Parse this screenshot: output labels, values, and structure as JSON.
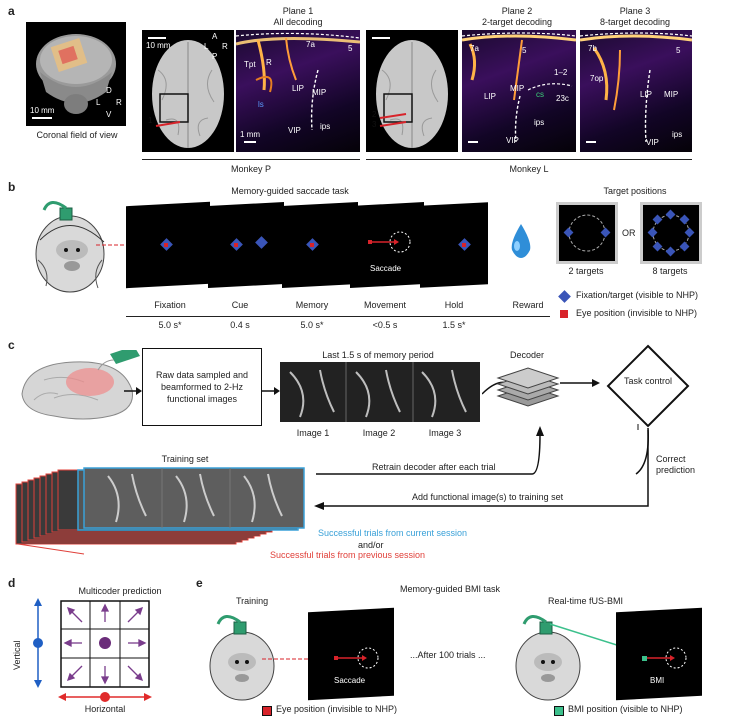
{
  "panels": {
    "a": "a",
    "b": "b",
    "c": "c",
    "d": "d",
    "e": "e"
  },
  "panel_a": {
    "coronal_caption": "Coronal field of view",
    "coronal_scale": "10 mm",
    "coronal_compass": {
      "d": "D",
      "v": "V",
      "l": "L",
      "r": "R"
    },
    "planes": [
      {
        "title": "Plane 1",
        "subtitle": "All decoding"
      },
      {
        "title": "Plane 2",
        "subtitle": "2-target decoding"
      },
      {
        "title": "Plane 3",
        "subtitle": "8-target decoding"
      }
    ],
    "brain_scale": "10 mm",
    "brain_compass": {
      "a": "A",
      "p": "P",
      "l": "L",
      "r": "R"
    },
    "fus_scale": "1 mm",
    "plane_markers_p": [
      "1"
    ],
    "plane_markers_l": [
      "2",
      "3"
    ],
    "labels_plane1": [
      "7a",
      "5",
      "Tpt",
      "R",
      "LIP",
      "MIP",
      "ls",
      "VIP",
      "ips"
    ],
    "labels_plane2": [
      "7a",
      "5",
      "1–2",
      "LIP",
      "MIP",
      "cs",
      "23c",
      "ips",
      "VIP"
    ],
    "labels_plane3": [
      "7b",
      "5",
      "7op",
      "LIP",
      "MIP",
      "VIP",
      "ips"
    ],
    "monkeys": [
      "Monkey P",
      "Monkey L"
    ]
  },
  "panel_b": {
    "title": "Memory-guided saccade task",
    "phases": [
      {
        "name": "Fixation",
        "duration": "5.0 s*"
      },
      {
        "name": "Cue",
        "duration": "0.4 s"
      },
      {
        "name": "Memory",
        "duration": "5.0 s*"
      },
      {
        "name": "Movement",
        "duration": "<0.5 s"
      },
      {
        "name": "Hold",
        "duration": "1.5 s*"
      },
      {
        "name": "Reward",
        "duration": ""
      }
    ],
    "saccade_label": "Saccade",
    "target_positions_title": "Target positions",
    "or_label": "OR",
    "targets2": "2 targets",
    "targets8": "8 targets",
    "legend": [
      {
        "label": "Fixation/target (visible to NHP)",
        "color": "#3a55b8"
      },
      {
        "label": "Eye position (invisible to NHP)",
        "color": "#d8232a"
      }
    ]
  },
  "panel_c": {
    "raw_data": "Raw data sampled and beamformed to 2-Hz functional images",
    "last_period": "Last 1.5 s of memory period",
    "images": [
      "Image 1",
      "Image 2",
      "Image 3"
    ],
    "decoder": "Decoder",
    "task_control": "Task control",
    "correct_prediction": "Correct prediction",
    "training_set": "Training set",
    "retrain": "Retrain decoder after each trial",
    "add_images": "Add functional image(s) to training set",
    "current_session": "Successful trials from current session",
    "and_or": "and/or",
    "previous_session": "Successful trials from previous session",
    "colors": {
      "current": "#3aa1d8",
      "previous": "#e0403a"
    }
  },
  "panel_d": {
    "title": "Multicoder prediction",
    "vertical": "Vertical",
    "horizontal": "Horizontal",
    "colors": {
      "vertical": "#1f5fc4",
      "horizontal": "#e02b2b",
      "center": "#6b2d7a",
      "arrow": "#7a3d8c"
    }
  },
  "panel_e": {
    "title": "Memory-guided BMI task",
    "training": "Training",
    "realtime": "Real-time fUS-BMI",
    "after": "...After 100 trials ...",
    "saccade": "Saccade",
    "bmi": "BMI",
    "legend_eye": "Eye position (invisible to NHP)",
    "legend_bmi": "BMI position (visible to NHP)",
    "colors": {
      "eye": "#d8232a",
      "bmi": "#3cc08c"
    }
  }
}
